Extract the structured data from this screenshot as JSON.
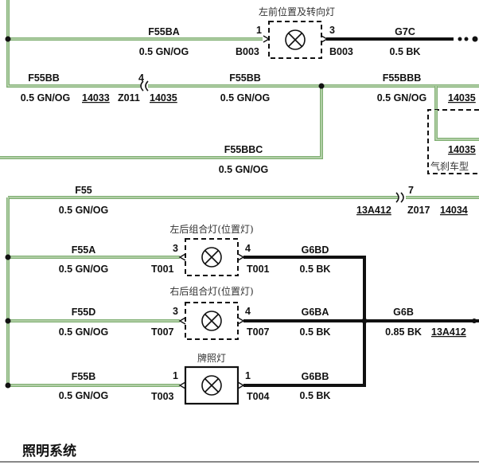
{
  "title": "照明系统",
  "components": {
    "front_lamp": {
      "label": "左前位置及转向灯",
      "pin_in": "1",
      "pin_out": "3",
      "conn_in": "B003",
      "conn_out": "B003"
    },
    "rl_lamp": {
      "label": "左后组合灯(位置灯)",
      "pin_in": "3",
      "pin_out": "4",
      "conn_in": "T001",
      "conn_out": "T001"
    },
    "rr_lamp": {
      "label": "右后组合灯(位置灯)",
      "pin_in": "3",
      "pin_out": "4",
      "conn_in": "T007",
      "conn_out": "T007"
    },
    "plate_lamp": {
      "label": "牌照灯",
      "pin_in": "1",
      "pin_out": "1",
      "conn_in": "T003",
      "conn_out": "T004"
    },
    "right_box": {
      "code": "14035",
      "label": "气刹车型"
    }
  },
  "wires": {
    "f55ba": {
      "name": "F55BA",
      "spec": "0.5 GN/OG"
    },
    "g7c": {
      "name": "G7C",
      "spec": "0.5 BK"
    },
    "f55bb_left": {
      "name": "F55BB",
      "spec": "0.5 GN/OG",
      "code1": "14033",
      "conn": "Z011",
      "pin": "4"
    },
    "f55bb_mid": {
      "name": "F55BB",
      "spec": "0.5 GN/OG",
      "code": "14035"
    },
    "f55bbb": {
      "name": "F55BBB",
      "spec": "0.5 GN/OG",
      "code": "14035"
    },
    "f55bbc": {
      "name": "F55BBC",
      "spec": "0.5 GN/OG"
    },
    "f55": {
      "name": "F55",
      "spec": "0.5 GN/OG",
      "code1": "13A412",
      "conn": "Z017",
      "pin": "7",
      "code2": "14034"
    },
    "f55a": {
      "name": "F55A",
      "spec": "0.5 GN/OG"
    },
    "f55d": {
      "name": "F55D",
      "spec": "0.5 GN/OG"
    },
    "f55b": {
      "name": "F55B",
      "spec": "0.5 GN/OG"
    },
    "g6bd": {
      "name": "G6BD",
      "spec": "0.5 BK"
    },
    "g6ba": {
      "name": "G6BA",
      "spec": "0.5 BK"
    },
    "g6bb": {
      "name": "G6BB",
      "spec": "0.5 BK"
    },
    "g6b": {
      "name": "G6B",
      "spec": "0.85 BK",
      "code": "13A412"
    }
  }
}
